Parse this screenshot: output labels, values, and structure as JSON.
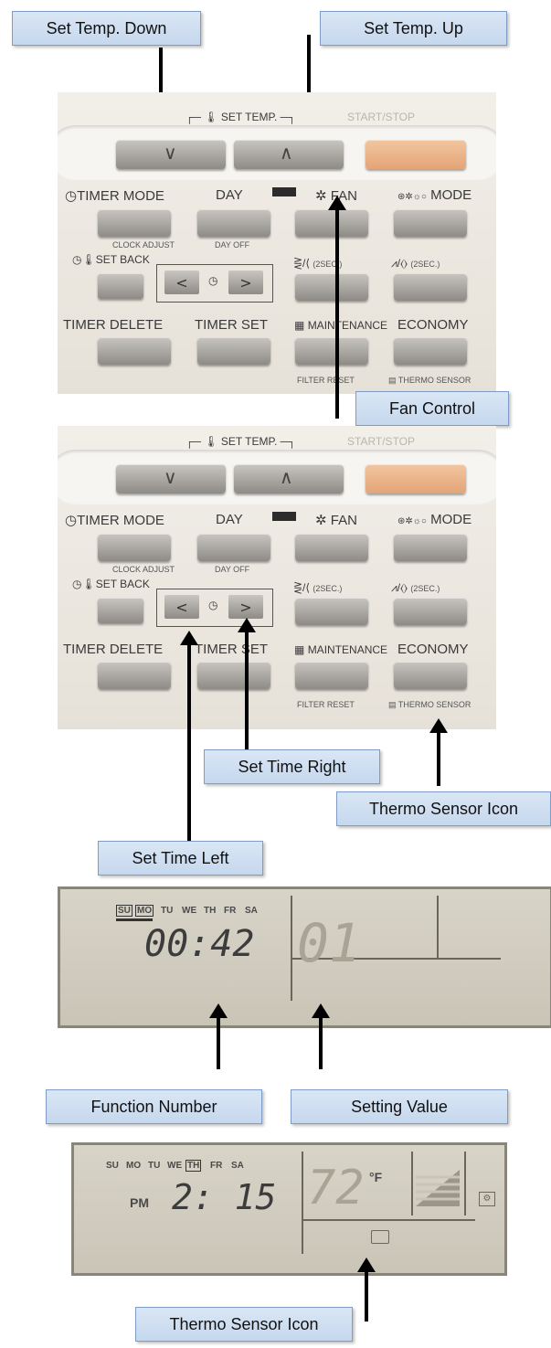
{
  "callouts": {
    "set_temp_down": "Set Temp. Down",
    "set_temp_up": "Set Temp. Up",
    "fan_control": "Fan Control",
    "set_time_right": "Set Time Right",
    "set_time_left": "Set Time Left",
    "thermo_sensor_icon_1": "Thermo Sensor Icon",
    "function_number": "Function Number",
    "setting_value": "Setting Value",
    "thermo_sensor_icon_2": "Thermo Sensor Icon"
  },
  "remote": {
    "set_temp": "SET TEMP.",
    "start_stop": "START/STOP",
    "timer_mode": "TIMER MODE",
    "day": "DAY",
    "fan": "FAN",
    "mode": "MODE",
    "clock_adjust": "CLOCK ADJUST",
    "day_off": "DAY OFF",
    "set_back": "SET BACK",
    "two_sec_a": "(2SEC.)",
    "two_sec_b": "(2SEC.)",
    "timer_delete": "TIMER DELETE",
    "timer_set": "TIMER SET",
    "maintenance": "MAINTENANCE",
    "economy": "ECONOMY",
    "filter_reset": "FILTER RESET",
    "thermo_sensor": "THERMO SENSOR",
    "down_glyph": "∨",
    "up_glyph": "∧",
    "left_glyph": "<",
    "right_glyph": ">"
  },
  "lcd1": {
    "days": [
      "SU",
      "MO",
      "TU",
      "WE",
      "TH",
      "FR",
      "SA"
    ],
    "time": "00:42",
    "value": "01"
  },
  "lcd2": {
    "days": [
      "SU",
      "MO",
      "TU",
      "WE",
      "TH",
      "FR",
      "SA"
    ],
    "pm": "PM",
    "time": "2: 15",
    "temp": "72",
    "unit": "°F"
  }
}
